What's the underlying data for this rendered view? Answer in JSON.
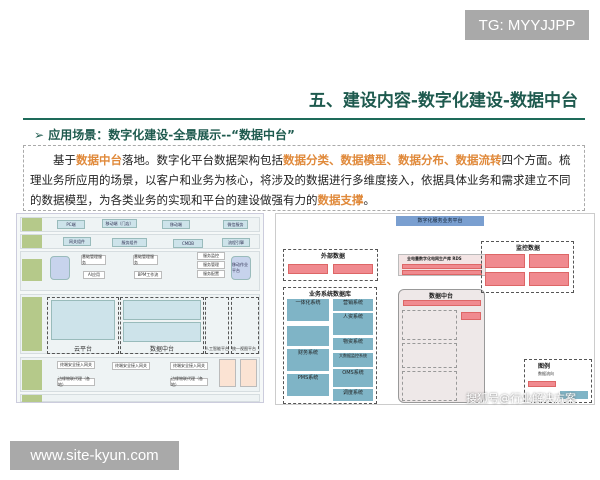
{
  "watermarks": {
    "top": "TG: MYYJJPP",
    "bottom": "www.site-kyun.com",
    "sohu": "搜狐号@行业解决方案"
  },
  "slide": {
    "title": "五、建设内容-数字化建设-数据中台",
    "subtitle": "➢  应用场景：数字化建设-全景展示--“数据中台”",
    "paragraph": [
      {
        "t": "基于",
        "h": false
      },
      {
        "t": "数据中台",
        "h": true
      },
      {
        "t": "落地。数字化平台数据架构包括",
        "h": false
      },
      {
        "t": "数据分类、数据模型、数据分布、数据流转",
        "h": true
      },
      {
        "t": "四个方面。梳理业务所应用的场景，以客户和业务为核心，将涉及的数据进行多维度接入，依据具体业务和需求建立不同的数据模型，为各类业务的实现和平台的建设做强有力的",
        "h": false
      },
      {
        "t": "数据支撑",
        "h": true
      },
      {
        "t": "。",
        "h": false
      }
    ]
  },
  "left_diagram": {
    "row1": [
      "PC端",
      "移动端（门店）",
      "移动端",
      "微信服务"
    ],
    "row2": [
      "网关组件",
      "服务组件",
      "CMDB",
      "流程引擎"
    ],
    "row3": [
      "基础管理服务",
      "基础管理服务",
      "AI应用",
      "BPM工作流",
      "服务监控",
      "服务管理",
      "服务配置",
      "移动作业平台"
    ],
    "cloud": "云平台",
    "data": "数据中台",
    "ai": "人工智能平台",
    "unified": "统一视图平台",
    "row5": [
      "终端安全接入网关",
      "终端安全接入网关",
      "终端安全接入网关",
      "边缘物联代理（各地）",
      "边缘物联代理（各地）"
    ]
  },
  "right_diagram": {
    "top": "数字化服务业务平台",
    "center": "数据中台",
    "external": "外部数据",
    "business": "业务系统数据库",
    "monitor": "监控数据",
    "hub": "全电量数字化电网生产库 RDS",
    "systems": [
      "一体化系统",
      "营销系统",
      "人资系统",
      "财务系统",
      "PMS系统",
      "物资系统",
      "大数据监控系统",
      "OMS系统",
      "调度系统"
    ],
    "legend": "图例",
    "legend_item": "数据流向"
  }
}
